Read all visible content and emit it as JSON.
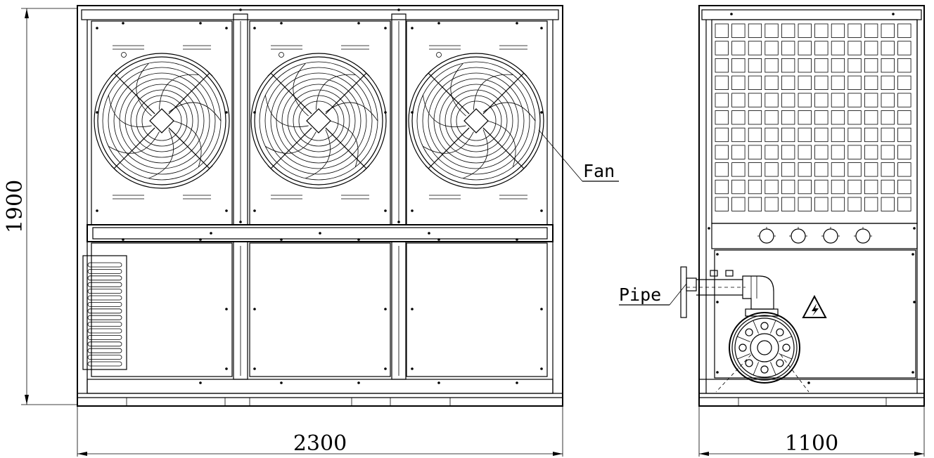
{
  "dimensions": {
    "height": "1900",
    "front_width": "2300",
    "side_width": "1100"
  },
  "labels": {
    "fan": "Fan",
    "pipe": "Pipe"
  },
  "colors": {
    "line": "#000000",
    "background": "#ffffff"
  },
  "icons": {
    "warning": "high-voltage-warning-icon"
  }
}
